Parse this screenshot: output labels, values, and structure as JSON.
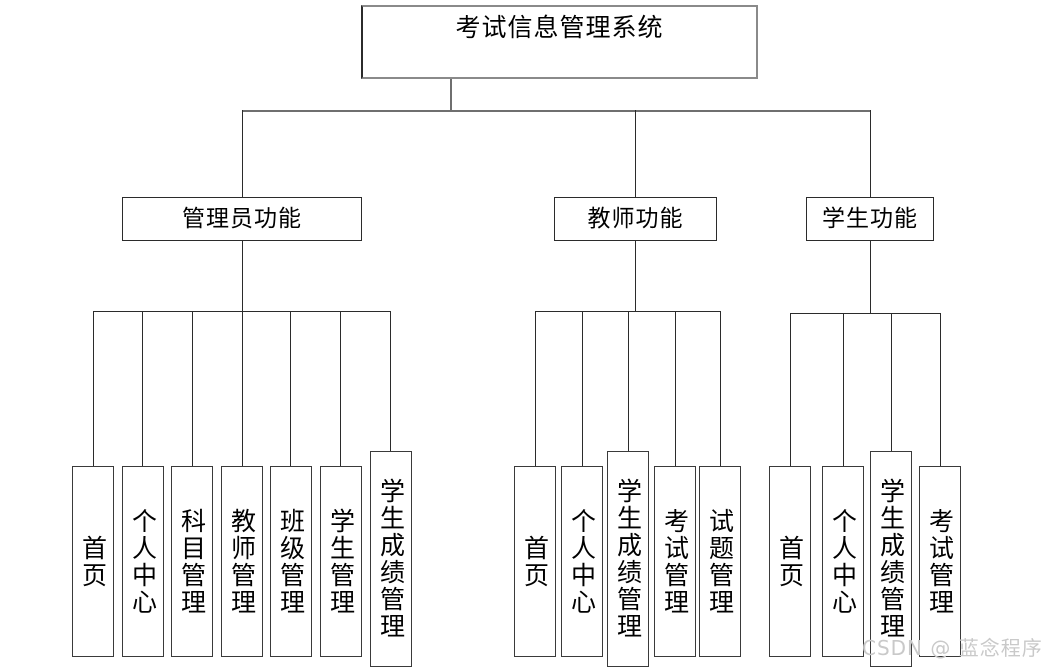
{
  "diagram": {
    "type": "organizational-hierarchy-tree",
    "root": {
      "label": "考试信息管理系统"
    },
    "branches": [
      {
        "label": "管理员功能",
        "leaves": [
          {
            "label": "首页"
          },
          {
            "label": "个人中心"
          },
          {
            "label": "科目管理"
          },
          {
            "label": "教师管理"
          },
          {
            "label": "班级管理"
          },
          {
            "label": "学生管理"
          },
          {
            "label": "学生成绩管理"
          }
        ]
      },
      {
        "label": "教师功能",
        "leaves": [
          {
            "label": "首页"
          },
          {
            "label": "个人中心"
          },
          {
            "label": "学生成绩管理"
          },
          {
            "label": "考试管理"
          },
          {
            "label": "试题管理"
          }
        ]
      },
      {
        "label": "学生功能",
        "leaves": [
          {
            "label": "首页"
          },
          {
            "label": "个人中心"
          },
          {
            "label": "学生成绩管理"
          },
          {
            "label": "考试管理"
          }
        ]
      }
    ]
  },
  "watermark": {
    "text": "CSDN @ 蓝念程序"
  },
  "colors": {
    "background": "#ffffff",
    "line": "#2b2b2b",
    "root_border": "#8a8a8a",
    "text": "#000000",
    "watermark": "#c9c9c9"
  }
}
